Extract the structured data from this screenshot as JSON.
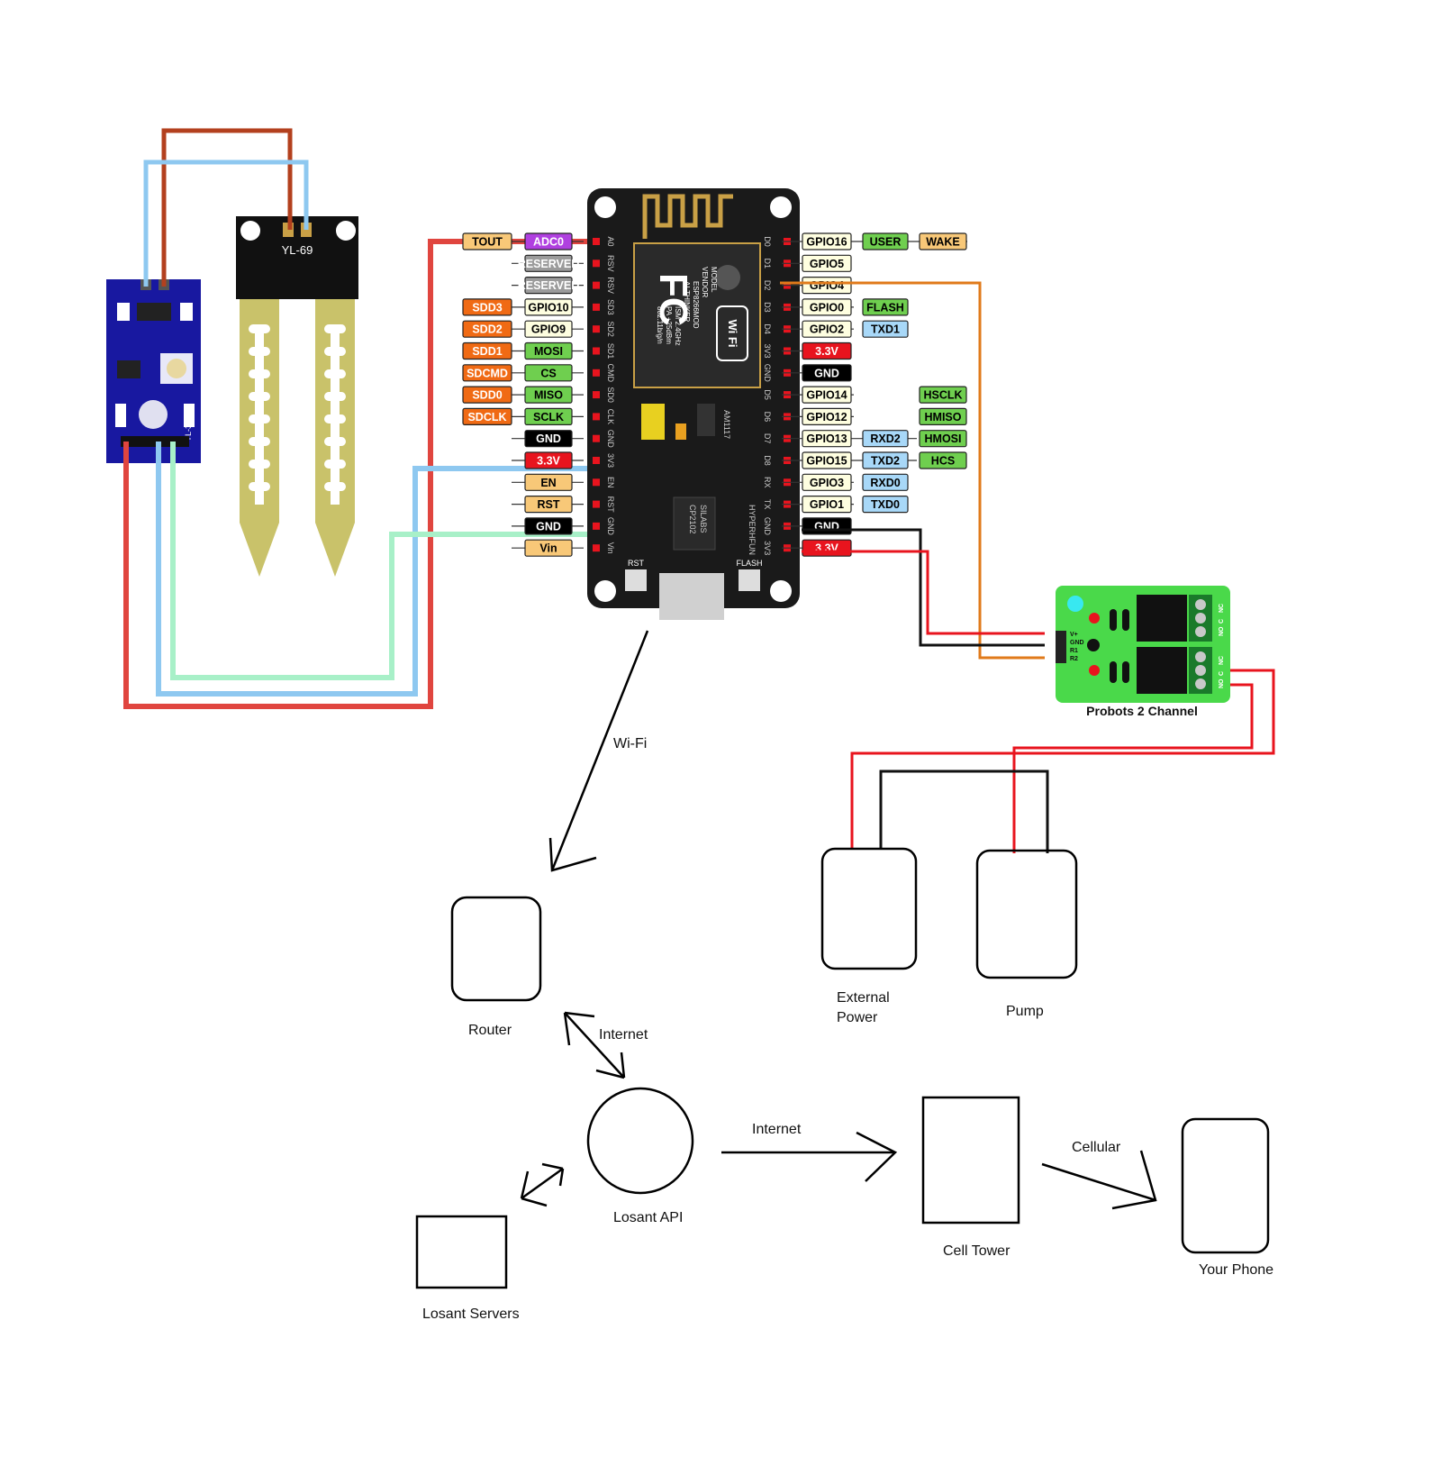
{
  "colors": {
    "wire_red": "#e0453f",
    "wire_blue": "#8ec8f0",
    "wire_green": "#a8f0c8",
    "wire_brown": "#b3401e",
    "wire_orange": "#e07a1a",
    "board": "#1a1a1a",
    "relay_green": "#4ad94a",
    "sensor_blue": "#1818a0",
    "probe_gold": "#c9c26a",
    "pin_green": "#6fcf4f",
    "pin_gray": "#9b9b9b",
    "pin_orange": "#f06a14",
    "pin_yellow": "#f8f26a",
    "pin_tan": "#f8c878",
    "pin_purple": "#b040e0",
    "pin_blue": "#a8d8f8",
    "pin_red": "#e8141e",
    "pin_black": "#000000",
    "pin_cream": "#fefee0"
  },
  "sensor": {
    "probe_label": "YL-69",
    "module_label": "YL-38"
  },
  "nodemcu": {
    "wifi_badge": "Wi Fi",
    "fc_logo": "FC",
    "module_lines": [
      "MODEL",
      "VENDOR",
      "ESP8266MOD",
      "AI-THINKER",
      "ISM 2.4GHz",
      "PA +25dBm",
      "802.11b/g/n"
    ],
    "usb_chip": [
      "SILABS",
      "CP2102"
    ],
    "regulator": "AM1117",
    "button_rst": "RST",
    "button_flash": "FLASH",
    "side_text": "HYPERHFUN",
    "left_pins": [
      "A0",
      "RSV",
      "RSV",
      "SD3",
      "SD2",
      "SD1",
      "CMD",
      "SD0",
      "CLK",
      "GND",
      "3V3",
      "EN",
      "RST",
      "GND",
      "Vin"
    ],
    "right_pins": [
      "D0",
      "D1",
      "D2",
      "D3",
      "D4",
      "3V3",
      "GND",
      "D5",
      "D6",
      "D7",
      "D8",
      "RX",
      "TX",
      "GND",
      "3V3"
    ]
  },
  "left_labels": [
    [
      "TOUT",
      "ADC0"
    ],
    [
      "RESERVED"
    ],
    [
      "RESERVED"
    ],
    [
      "SDD3",
      "GPIO10"
    ],
    [
      "SDD2",
      "GPIO9"
    ],
    [
      "SDD1",
      "MOSI"
    ],
    [
      "SDCMD",
      "CS"
    ],
    [
      "SDD0",
      "MISO"
    ],
    [
      "SDCLK",
      "SCLK"
    ],
    [
      "GND"
    ],
    [
      "3.3V"
    ],
    [
      "EN"
    ],
    [
      "RST"
    ],
    [
      "GND"
    ],
    [
      "Vin"
    ]
  ],
  "right_labels": [
    [
      "GPIO16",
      "USER",
      "WAKE"
    ],
    [
      "GPIO5"
    ],
    [
      "GPIO4"
    ],
    [
      "GPIO0",
      "FLASH"
    ],
    [
      "GPIO2",
      "TXD1"
    ],
    [
      "3.3V"
    ],
    [
      "GND"
    ],
    [
      "GPIO14",
      "HSCLK"
    ],
    [
      "GPIO12",
      "HMISO"
    ],
    [
      "GPIO13",
      "RXD2",
      "HMOSI"
    ],
    [
      "GPIO15",
      "TXD2",
      "HCS"
    ],
    [
      "GPIO3",
      "RXD0"
    ],
    [
      "GPIO1",
      "TXD0"
    ],
    [
      "GND"
    ],
    [
      "3.3V"
    ]
  ],
  "relay": {
    "caption": "Probots 2 Channel",
    "input_pins": [
      "V+",
      "GND",
      "R1",
      "R2"
    ],
    "terminals": [
      "NC",
      "C",
      "NO"
    ]
  },
  "labels": {
    "wifi": "Wi-Fi",
    "router": "Router",
    "internet_1": "Internet",
    "losant_api": "Losant API",
    "internet_2": "Internet",
    "cell_tower": "Cell Tower",
    "cellular": "Cellular",
    "your_phone": "Your Phone",
    "losant_servers": "Losant Servers",
    "external_power_1": "External",
    "external_power_2": "Power",
    "pump": "Pump"
  }
}
